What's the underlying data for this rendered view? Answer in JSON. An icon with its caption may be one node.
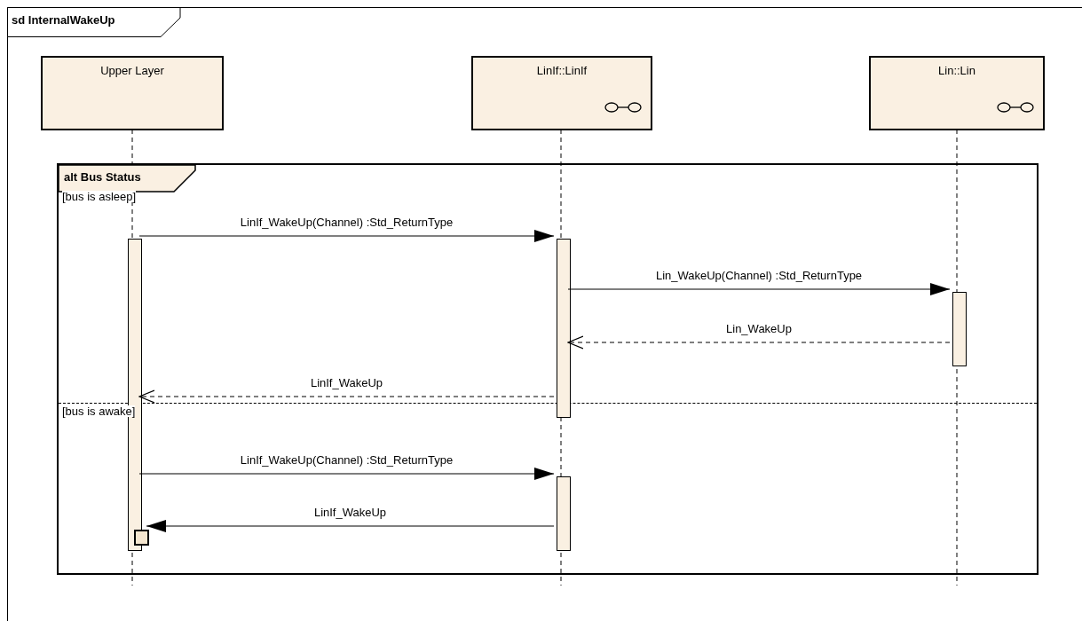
{
  "diagram": {
    "nodes": [
      {
        "text": [
          "sd InternalWakeUp"
        ]
      },
      {
        "text": [
          "Upper Layer"
        ],
        "in": 0
      },
      {
        "text": [
          "LinIf::LinIf"
        ],
        "in": 0
      },
      {
        "text": [
          "Lin::Lin"
        ],
        "in": 0
      },
      {
        "text": [
          "alt Bus Status"
        ],
        "in": 0
      },
      {
        "text": [],
        "shape": "bar",
        "in": 4
      },
      {
        "text": [],
        "shape": "bar",
        "in": 4
      },
      {
        "text": [],
        "shape": "bar",
        "in": 4
      },
      {
        "text": [],
        "shape": "bar",
        "in": 4
      },
      {
        "text": [],
        "shape": "box",
        "in": 4
      }
    ],
    "edges": [
      {
        "from": 5,
        "to": 6,
        "arrow": "to",
        "label": "LinIf_WakeUp(Channel) :Std_ReturnType"
      },
      {
        "from": 6,
        "to": 7,
        "arrow": "to",
        "label": "Lin_WakeUp(Channel) :Std_ReturnType"
      },
      {
        "from": 7,
        "to": 6,
        "arrow": "to",
        "label": "Lin_WakeUp",
        "style": "dashed"
      },
      {
        "from": 6,
        "to": 5,
        "arrow": "to",
        "label": "LinIf_WakeUp",
        "style": "dashed"
      },
      {
        "from": 5,
        "to": 8,
        "arrow": "to",
        "label": "LinIf_WakeUp(Channel) :Std_ReturnType"
      },
      {
        "from": 8,
        "to": 9,
        "arrow": "to",
        "label": "LinIf_WakeUp"
      }
    ],
    "labels": [
      "[bus is asleep]",
      "[bus is awake]"
    ]
  }
}
